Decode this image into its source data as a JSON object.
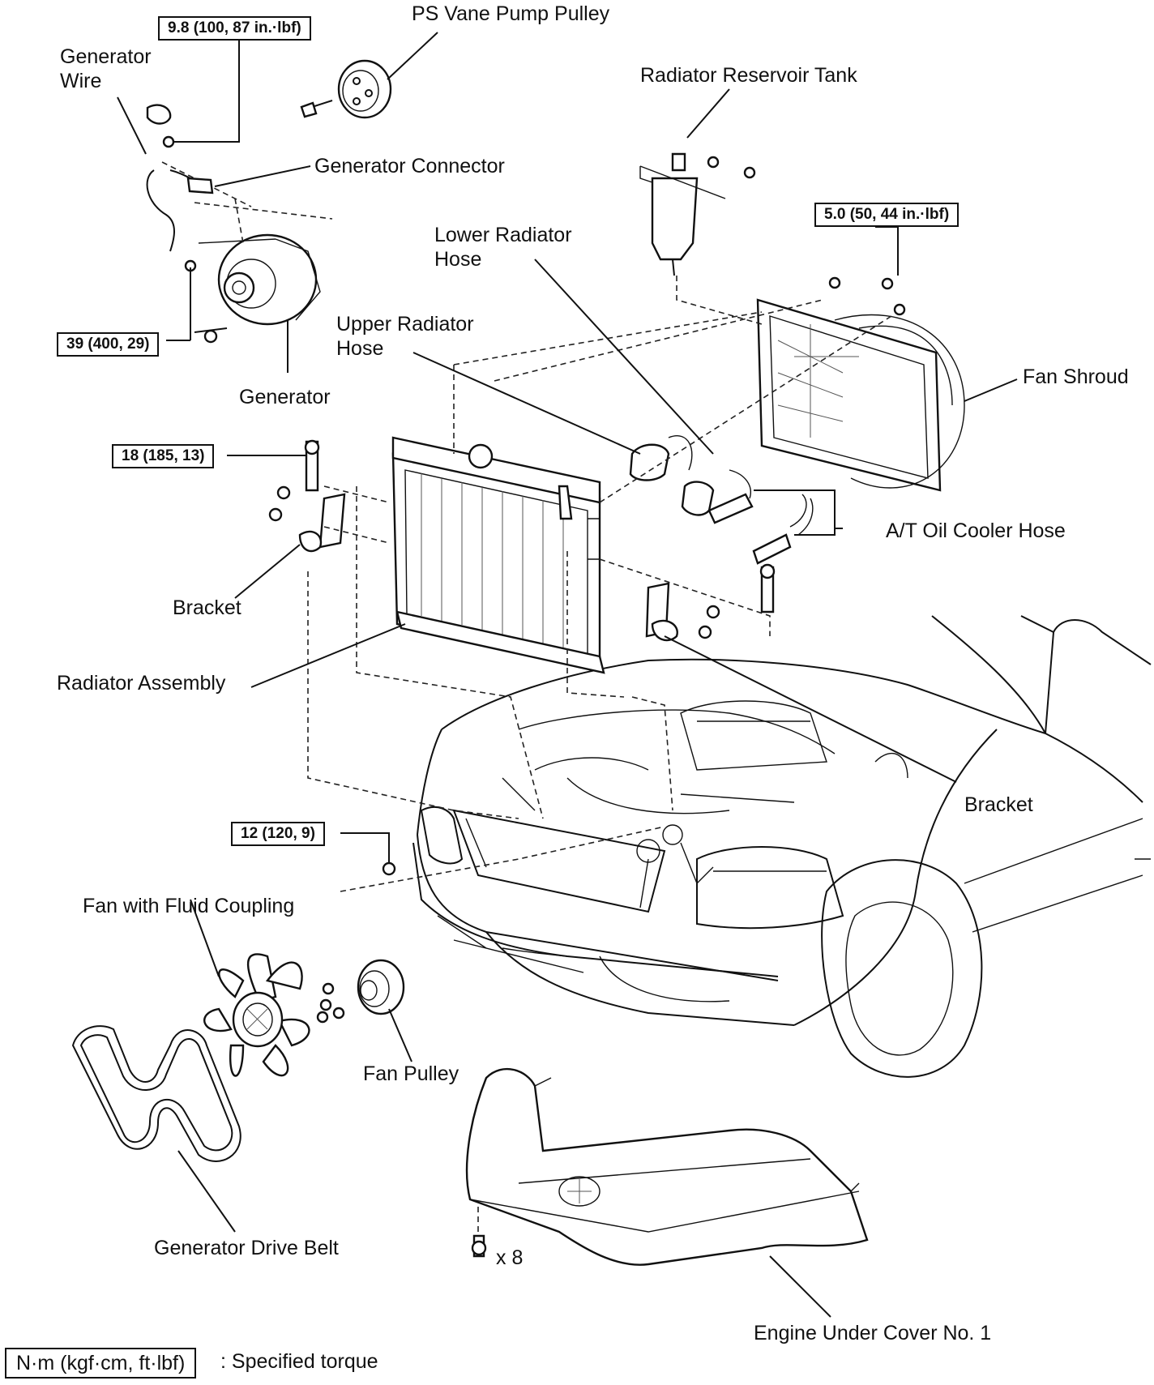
{
  "labels": {
    "ps_vane_pump_pulley": "PS Vane Pump Pulley",
    "generator_wire": "Generator Wire",
    "generator_connector": "Generator Connector",
    "radiator_reservoir_tank": "Radiator Reservoir Tank",
    "lower_radiator_hose": "Lower Radiator Hose",
    "upper_radiator_hose": "Upper Radiator Hose",
    "generator": "Generator",
    "fan_shroud": "Fan Shroud",
    "at_oil_cooler_hose": "A/T Oil Cooler Hose",
    "bracket_left": "Bracket",
    "radiator_assembly": "Radiator Assembly",
    "bracket_right": "Bracket",
    "fan_with_fluid_coupling": "Fan with Fluid Coupling",
    "fan_pulley": "Fan Pulley",
    "generator_drive_belt": "Generator Drive Belt",
    "engine_under_cover": "Engine Under Cover No. 1",
    "bolt_count": "x 8"
  },
  "torques": {
    "t1": "9.8 (100, 87 in.·lbf)",
    "t2": "5.0 (50, 44 in.·lbf)",
    "t3": "39 (400, 29)",
    "t4": "18 (185, 13)",
    "t5": "12 (120, 9)"
  },
  "legend": {
    "box": "N·m (kgf·cm, ft·lbf)",
    "text": ": Specified torque"
  }
}
